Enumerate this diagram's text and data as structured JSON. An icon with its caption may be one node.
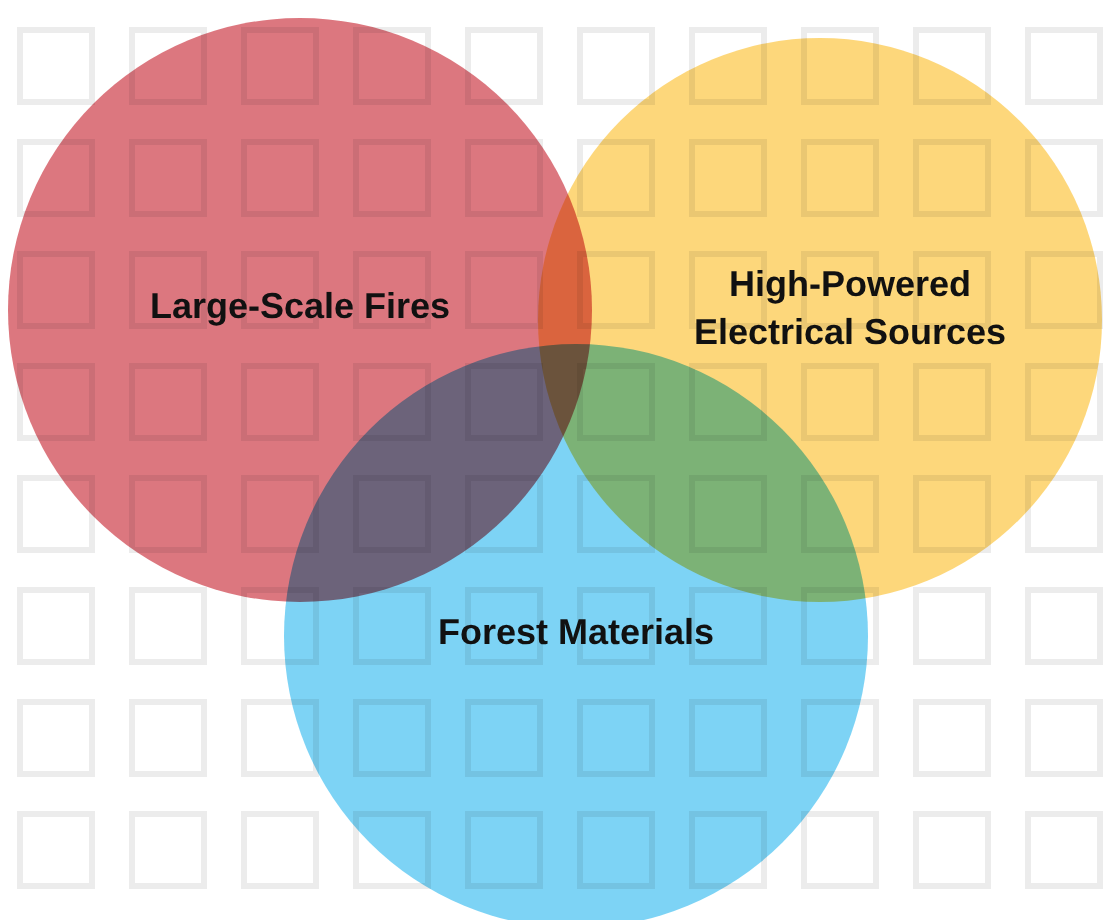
{
  "diagram": {
    "nodes": [
      {
        "text": [
          "Large-Scale Fires"
        ]
      },
      {
        "text": [
          "High-Powered Electrical Sources"
        ]
      },
      {
        "text": [
          "Forest Materials"
        ]
      }
    ]
  }
}
